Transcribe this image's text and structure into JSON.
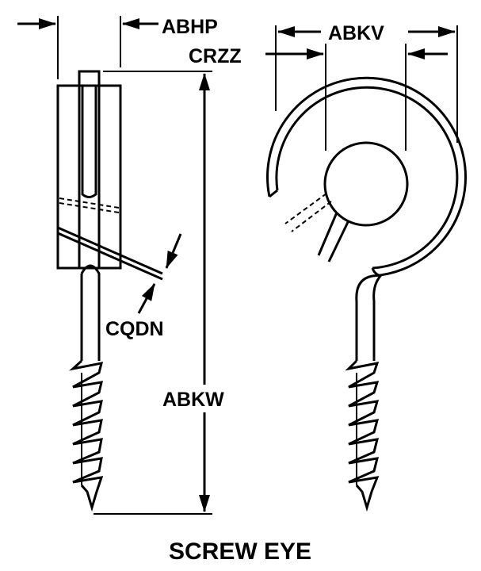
{
  "title": "SCREW EYE",
  "labels": {
    "abhp": "ABHP",
    "abkv": "ABKV",
    "crzz": "CRZZ",
    "cqdn": "CQDN",
    "abkw": "ABKW"
  }
}
